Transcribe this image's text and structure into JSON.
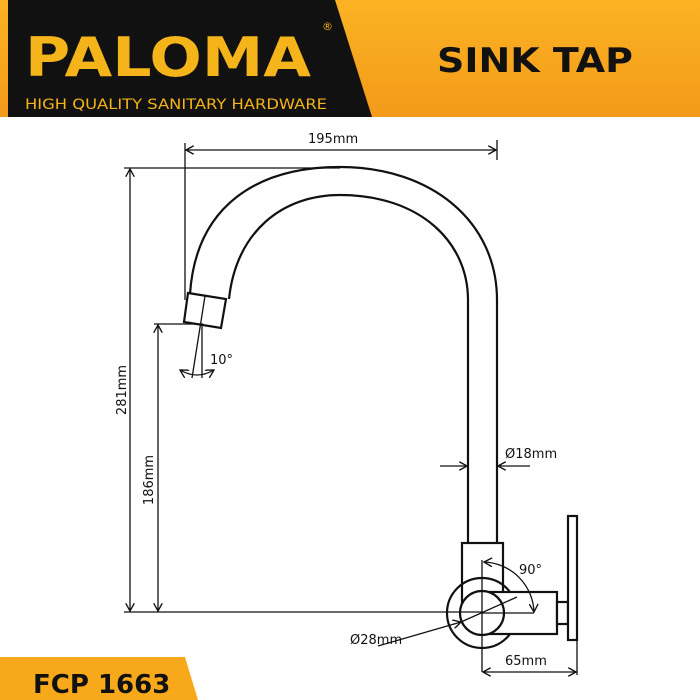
{
  "header": {
    "brand": "PALOMA",
    "registered_mark": "®",
    "tagline": "HIGH QUALITY SANITARY HARDWARE",
    "product_type": "SINK TAP"
  },
  "dimensions": {
    "width_label": "195mm",
    "height_label": "281mm",
    "spout_height_label": "186mm",
    "angle_spout_label": "10°",
    "pipe_diameter_label": "Ø18mm",
    "body_angle_label": "90°",
    "body_diameter_label": "Ø28mm",
    "wall_depth_label": "65mm"
  },
  "footer": {
    "model_code": "FCP 1663"
  },
  "colors": {
    "brand_orange": "#F7A81B",
    "header_black": "#111111",
    "logo_gold": "#F5B41A"
  }
}
